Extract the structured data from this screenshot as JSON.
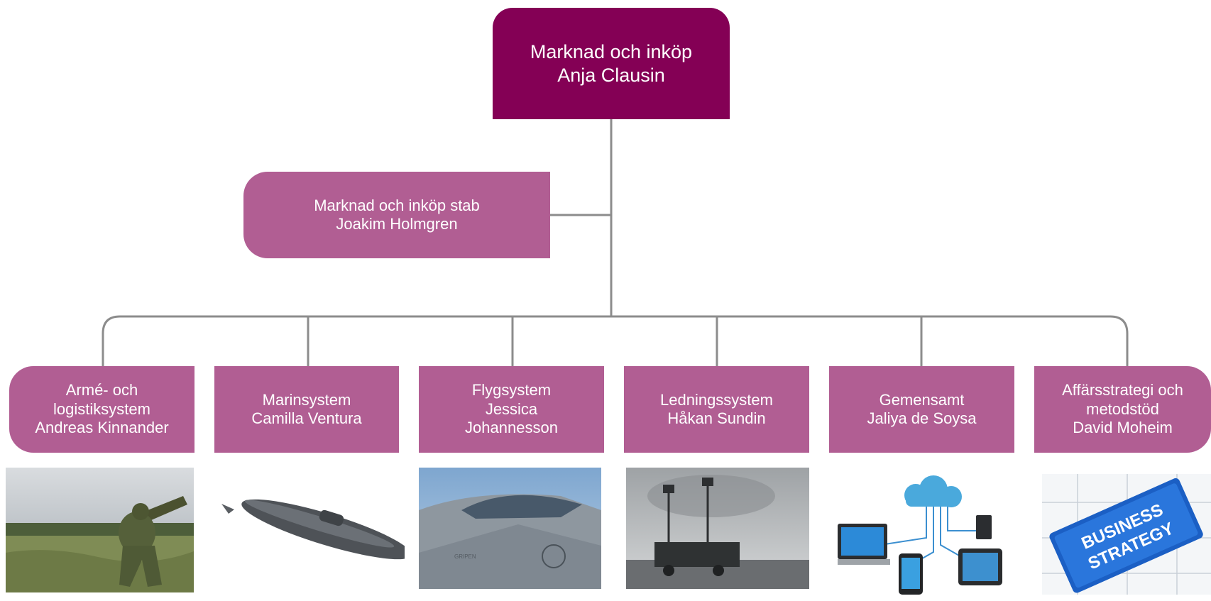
{
  "top": {
    "line1": "Marknad och inköp",
    "line2": "Anja Clausin"
  },
  "staff": {
    "line1": "Marknad och inköp stab",
    "line2": "Joakim Holmgren"
  },
  "departments": [
    {
      "lines": [
        "Armé- och",
        "logistiksystem",
        "Andreas Kinnander"
      ],
      "image": "soldier-with-missile-launcher-photo"
    },
    {
      "lines": [
        "Marinsystem",
        "Camilla Ventura"
      ],
      "image": "submarine-render"
    },
    {
      "lines": [
        "Flygsystem",
        "Jessica",
        "Johannesson"
      ],
      "image": "fighter-jet-cockpit-photo"
    },
    {
      "lines": [
        "Ledningssystem",
        "Håkan Sundin"
      ],
      "image": "radar-truck-photo"
    },
    {
      "lines": [
        "Gemensamt",
        "Jaliya de Soysa"
      ],
      "image": "cloud-devices-illustration"
    },
    {
      "lines": [
        "Affärsstrategi och",
        "metodstöd",
        "David Moheim"
      ],
      "image": "business-strategy-puzzle"
    }
  ],
  "strategy_text": {
    "line1": "BUSINESS",
    "line2": "STRATEGY"
  },
  "jet_text": "GRIPEN",
  "colors": {
    "top": "#840055",
    "box": "#b15e93",
    "connector": "#8c8c8c"
  }
}
